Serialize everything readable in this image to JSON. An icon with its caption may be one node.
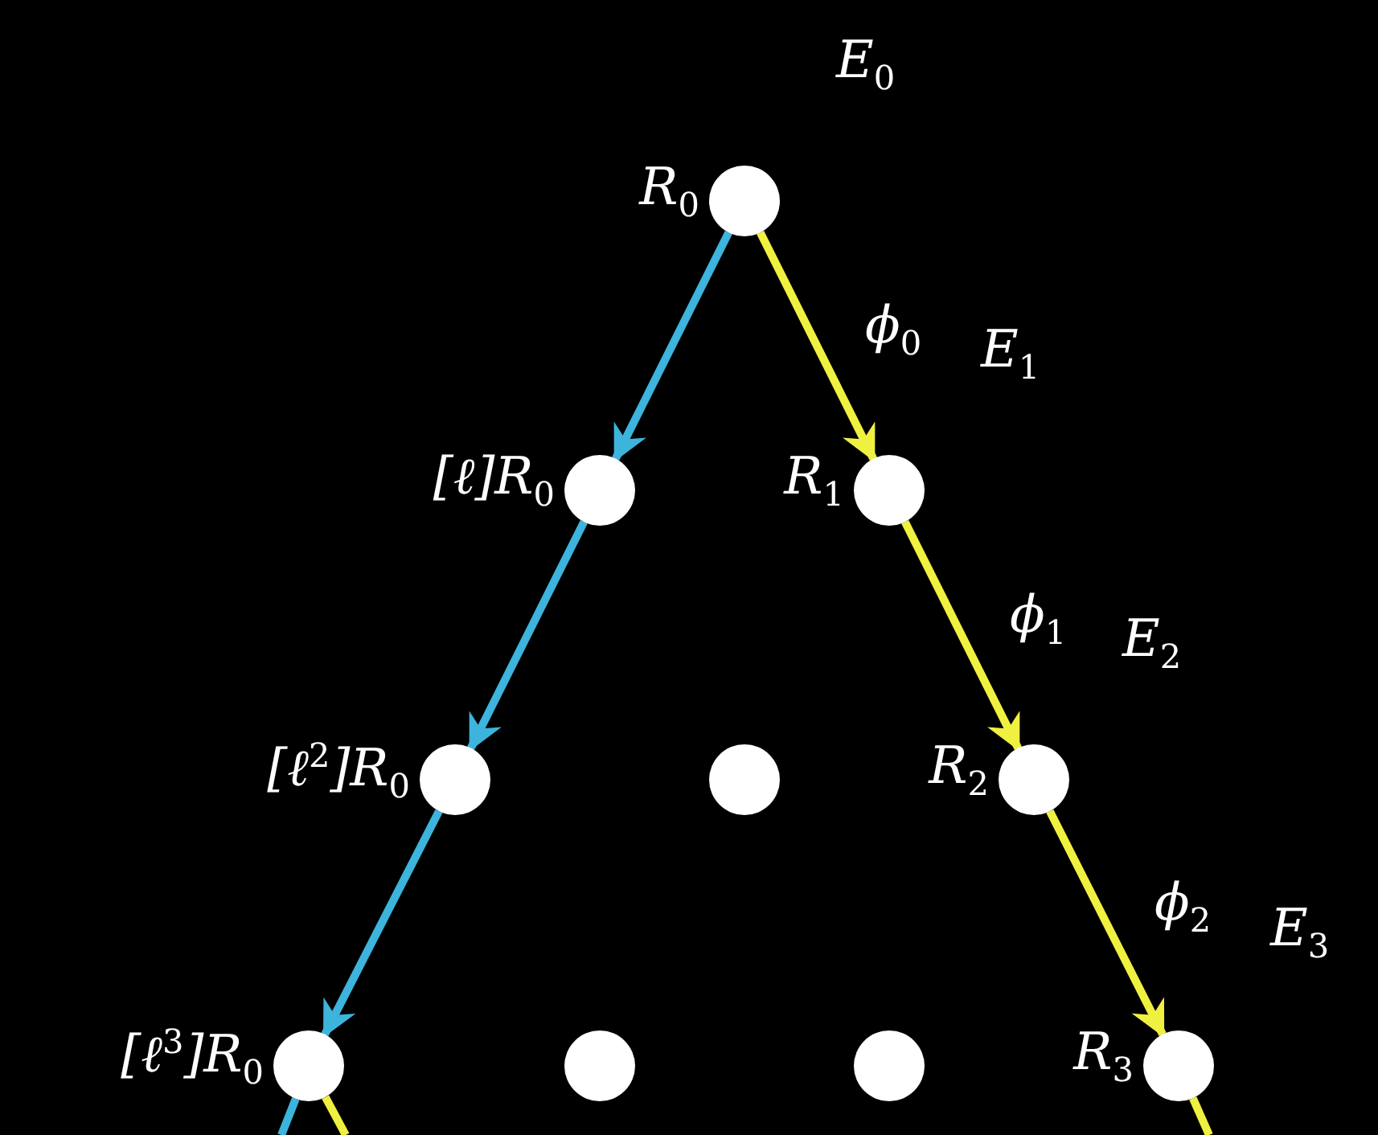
{
  "diagram": {
    "nodes": [
      {
        "text": [],
        "shape": "circle",
        "beside": [
          "R$_{0}$"
        ]
      },
      {
        "text": [],
        "shape": "circle",
        "beside": [
          "[ℓ]R$_{0}$"
        ]
      },
      {
        "text": [],
        "shape": "circle",
        "beside": [
          "R$_{1}$"
        ]
      },
      {
        "text": [],
        "shape": "circle",
        "beside": [
          "[ℓ$^{2}$]R$_{0}$"
        ]
      },
      {
        "text": [],
        "shape": "circle"
      },
      {
        "text": [],
        "shape": "circle",
        "beside": [
          "R$_{2}$"
        ]
      },
      {
        "text": [],
        "shape": "circle",
        "beside": [
          "[ℓ$^{3}$]R$_{0}$"
        ]
      },
      {
        "text": [],
        "shape": "circle"
      },
      {
        "text": [],
        "shape": "circle"
      },
      {
        "text": [],
        "shape": "circle",
        "beside": [
          "R$_{3}$"
        ]
      }
    ],
    "edges": [
      {
        "from": 0,
        "to": 1,
        "arrow": "to",
        "color": "#3cb4dc"
      },
      {
        "from": 1,
        "to": 3,
        "arrow": "to",
        "color": "#3cb4dc"
      },
      {
        "from": 3,
        "to": 6,
        "arrow": "to",
        "color": "#3cb4dc"
      },
      {
        "from": 0,
        "to": 2,
        "arrow": "to",
        "label": "ϕ$_{0}$",
        "color": "#f0f040"
      },
      {
        "from": 2,
        "to": 5,
        "arrow": "to",
        "label": "ϕ$_{1}$",
        "color": "#f0f040"
      },
      {
        "from": 5,
        "to": 9,
        "arrow": "to",
        "label": "ϕ$_{2}$",
        "color": "#f0f040"
      },
      {
        "from": 6,
        "to": null,
        "arrow": "none",
        "color": "#3cb4dc"
      },
      {
        "from": 6,
        "to": null,
        "arrow": "none",
        "color": "#f0f040"
      },
      {
        "from": 9,
        "to": null,
        "arrow": "none",
        "color": "#f0f040"
      }
    ],
    "labels": [
      "E$_{0}$",
      "E$_{1}$",
      "E$_{2}$",
      "E$_{3}$"
    ]
  }
}
